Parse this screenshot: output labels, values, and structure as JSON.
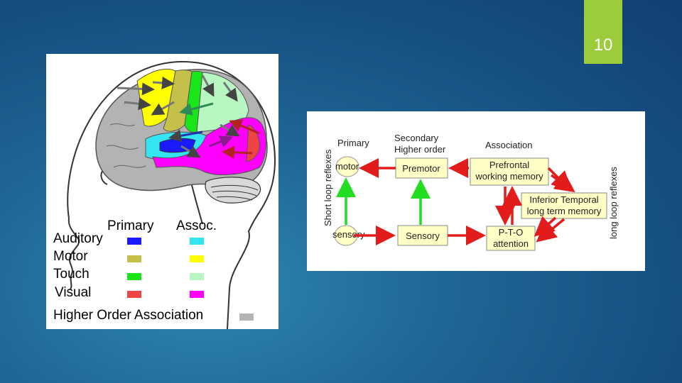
{
  "slide": {
    "page_number": "10",
    "accent_color": "#9ccb3b"
  },
  "brain_figure": {
    "column_headers": {
      "primary": "Primary",
      "assoc": "Assoc."
    },
    "legend": [
      {
        "label": "Auditory",
        "primary_color": "#1a1aff",
        "assoc_color": "#33e5f2"
      },
      {
        "label": "Motor",
        "primary_color": "#c5c04a",
        "assoc_color": "#ffff00"
      },
      {
        "label": "Touch",
        "primary_color": "#19e619",
        "assoc_color": "#b9f7c2"
      },
      {
        "label": "Visual",
        "primary_color": "#ee4444",
        "assoc_color": "#ff00ff"
      }
    ],
    "higher_order": {
      "label": "Higher Order Association",
      "color": "#b3b3b3"
    }
  },
  "flow_diagram": {
    "headers": {
      "primary": "Primary",
      "secondary_line1": "Secondary",
      "secondary_line2": "Higher order",
      "association": "Association"
    },
    "nodes": {
      "motor": "motor",
      "sensory_primary": "sensory",
      "premotor": "Premotor",
      "sensory_secondary": "Sensory",
      "prefrontal_line1": "Prefrontal",
      "prefrontal_line2": "working memory",
      "inferior_temporal_line1": "Inferior Temporal",
      "inferior_temporal_line2": "long term memory",
      "pto_line1": "P-T-O",
      "pto_line2": "attention"
    },
    "side_labels": {
      "short_loop": "Short loop reflexes",
      "long_loop": "long loop reflexes"
    },
    "colors": {
      "box_fill": "#ffffc6",
      "arrow_red": "#e21b1b",
      "arrow_green": "#22dd22"
    }
  }
}
